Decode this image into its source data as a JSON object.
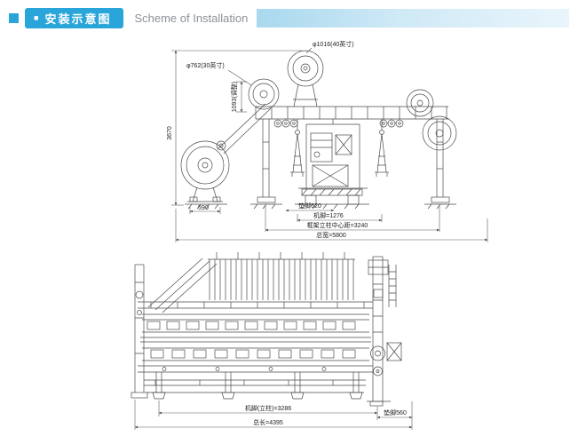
{
  "header": {
    "accent_color": "#2aa5da",
    "bullet": "■",
    "title_zh": "安装示意图",
    "title_en": "Scheme of Installation"
  },
  "top_drawing": {
    "labels": {
      "dia_1016": "φ1016(40英寸)",
      "dia_762": "φ762(30英寸)",
      "adj_1093": "1093(调整)",
      "height_3670": "3670",
      "dim_590": "590",
      "pad_620": "垫脚620",
      "foot_1276": "机脚=1276",
      "column_center_3240": "框架立柱中心距=3240",
      "total_width_5800": "总宽=5800"
    }
  },
  "bottom_drawing": {
    "labels": {
      "foot_column_3286": "机脚(立柱)=3286",
      "pad_560": "垫脚560",
      "total_length_4395": "总长=4395"
    }
  }
}
